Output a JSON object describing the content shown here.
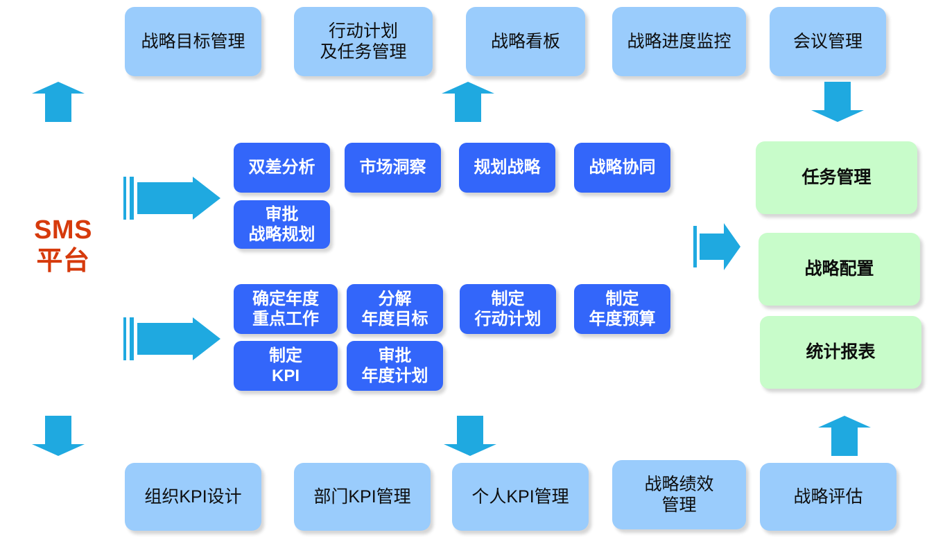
{
  "diagram": {
    "title_label": "SMS\n平台",
    "colors": {
      "light_blue": "#9ACCFC",
      "royal_blue": "#3366FA",
      "mint_green": "#C8FCCA",
      "arrow_cyan": "#1FA9E0",
      "label_orange": "#D63A0C",
      "background": "#FFFFFF"
    },
    "top_row": [
      {
        "label": "战略目标管理"
      },
      {
        "label": "行动计划\n及任务管理"
      },
      {
        "label": "战略看板"
      },
      {
        "label": "战略进度监控"
      },
      {
        "label": "会议管理"
      }
    ],
    "middle_group_one": [
      {
        "label": "双差分析"
      },
      {
        "label": "市场洞察"
      },
      {
        "label": "规划战略"
      },
      {
        "label": "战略协同"
      },
      {
        "label": "审批\n战略规划"
      }
    ],
    "middle_group_two": [
      {
        "label": "确定年度\n重点工作"
      },
      {
        "label": "分解\n年度目标"
      },
      {
        "label": "制定\n行动计划"
      },
      {
        "label": "制定\n年度预算"
      },
      {
        "label": "制定\nKPI"
      },
      {
        "label": "审批\n年度计划"
      }
    ],
    "right_column": [
      {
        "label": "任务管理"
      },
      {
        "label": "战略配置"
      },
      {
        "label": "统计报表"
      }
    ],
    "bottom_row": [
      {
        "label": "组织KPI设计"
      },
      {
        "label": "部门KPI管理"
      },
      {
        "label": "个人KPI管理"
      },
      {
        "label": "战略绩效\n管理"
      },
      {
        "label": "战略评估"
      }
    ]
  }
}
